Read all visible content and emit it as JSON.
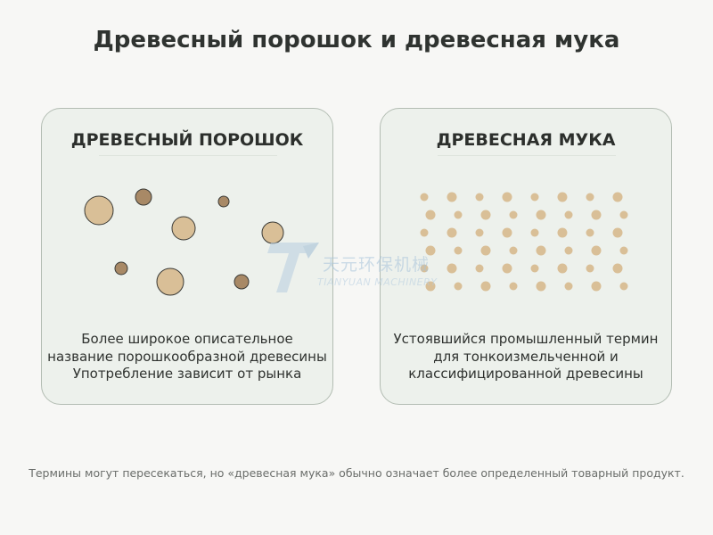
{
  "title": "Древесный порошок и древесная мука",
  "cards": [
    {
      "title": "ДРЕВЕСНЫЙ ПОРОШОК",
      "lines": [
        "Более широкое описательное",
        "название порошкообразной древесины",
        "Употребление зависит от рынка"
      ]
    },
    {
      "title": "ДРЕВЕСНАЯ МУКА",
      "lines": [
        "Устоявшийся промышленный термин",
        "для тонкоизмельченной и",
        "классифицированной древесины"
      ]
    }
  ],
  "watermark": {
    "cn": "天元环保机械",
    "en": "TIANYUAN MACHINERY"
  },
  "footnote": "Термины могут пересекаться, но «древесная мука» обычно означает более определенный товарный продукт.",
  "colors": {
    "light_particle": "#d9bf97",
    "dark_particle": "#a88966",
    "card_border": "#b3bdb3",
    "card_bg": "#edf1ec"
  }
}
